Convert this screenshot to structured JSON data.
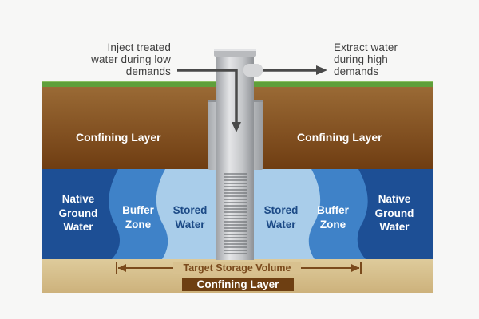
{
  "captions": {
    "inject": [
      "Inject treated",
      "water during low",
      "demands"
    ],
    "extract": [
      "Extract water",
      "during high",
      "demands"
    ]
  },
  "layers": {
    "upper_left": "Confining Layer",
    "upper_right": "Confining Layer",
    "bottom": "Confining Layer"
  },
  "zones": {
    "native_left": [
      "Native",
      "Ground",
      "Water"
    ],
    "buffer_left": [
      "Buffer",
      "Zone"
    ],
    "stored_left": [
      "Stored",
      "Water"
    ],
    "stored_right": [
      "Stored",
      "Water"
    ],
    "buffer_right": [
      "Buffer",
      "Zone"
    ],
    "native_right": [
      "Native",
      "Ground",
      "Water"
    ]
  },
  "storage_volume_label": "Target Storage Volume",
  "colors": {
    "grass": "#5f9f3a",
    "upper_soil": "#8a5421",
    "native_water": "#1d4f95",
    "buffer_water": "#3f82c8",
    "stored_water": "#a9cdea",
    "bottom_soil": "#d8c18f",
    "pipe": "#c9cbce",
    "arrow": "#4a4a4a"
  }
}
